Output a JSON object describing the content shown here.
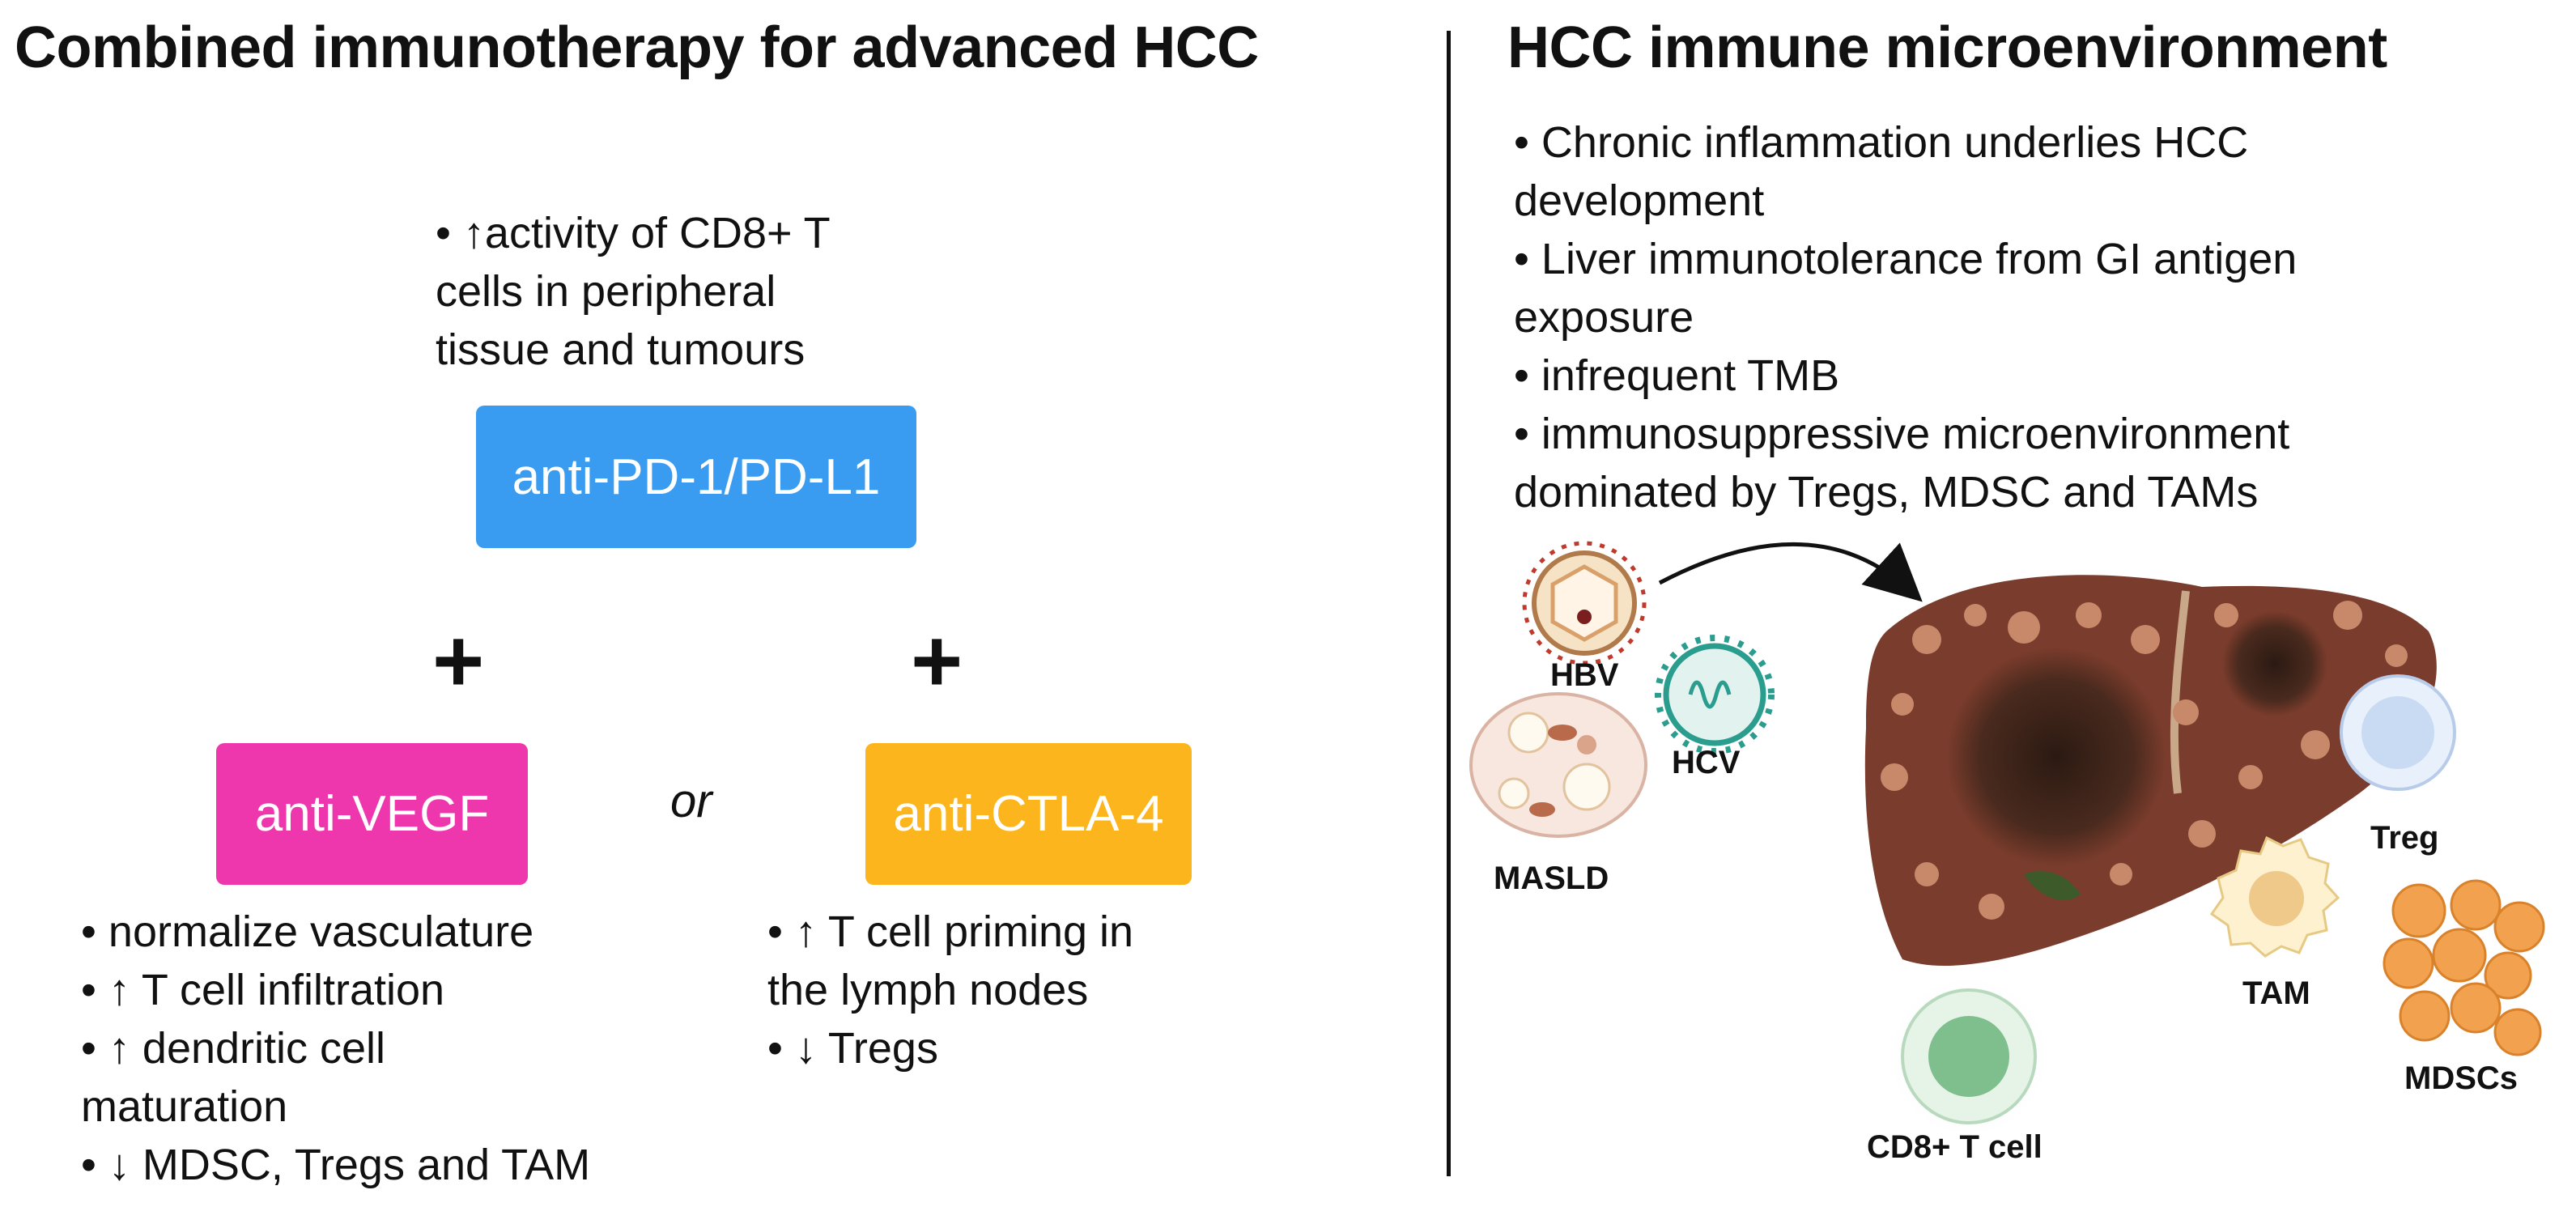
{
  "left_panel": {
    "title": "Combined immunotherapy for advanced HCC",
    "pd1_effects": [
      "• ↑activity of CD8+ T",
      "cells in peripheral",
      "tissue and tumours"
    ],
    "pd1_box": "anti-PD-1/PD-L1",
    "plus": "+",
    "vegf_box": "anti-VEGF",
    "or_text": "or",
    "ctla4_box": "anti-CTLA-4",
    "vegf_effects": [
      "• normalize vasculature",
      "• ↑ T cell infiltration",
      "• ↑ dendritic cell",
      "maturation",
      "• ↓ MDSC, Tregs and TAM"
    ],
    "ctla4_effects": [
      "• ↑ T cell priming in",
      "the lymph nodes",
      "• ↓ Tregs"
    ]
  },
  "right_panel": {
    "title": "HCC immune microenvironment",
    "bullets": [
      "• Chronic inflammation underlies HCC",
      "development",
      "• Liver immunotolerance from GI antigen",
      "exposure",
      "• infrequent TMB",
      "• immunosuppressive microenvironment",
      "dominated by Tregs, MDSC and TAMs"
    ],
    "labels": {
      "hbv": "HBV",
      "hcv": "HCV",
      "masld": "MASLD",
      "treg": "Treg",
      "tam": "TAM",
      "mdscs": "MDSCs",
      "cd8": "CD8+ T cell"
    }
  },
  "colors": {
    "pd1": "#3a9cf0",
    "vegf": "#ee36ad",
    "ctla4": "#fcb51c",
    "liver": "#7a3c2c",
    "liver_nodule": "#c8886a"
  }
}
